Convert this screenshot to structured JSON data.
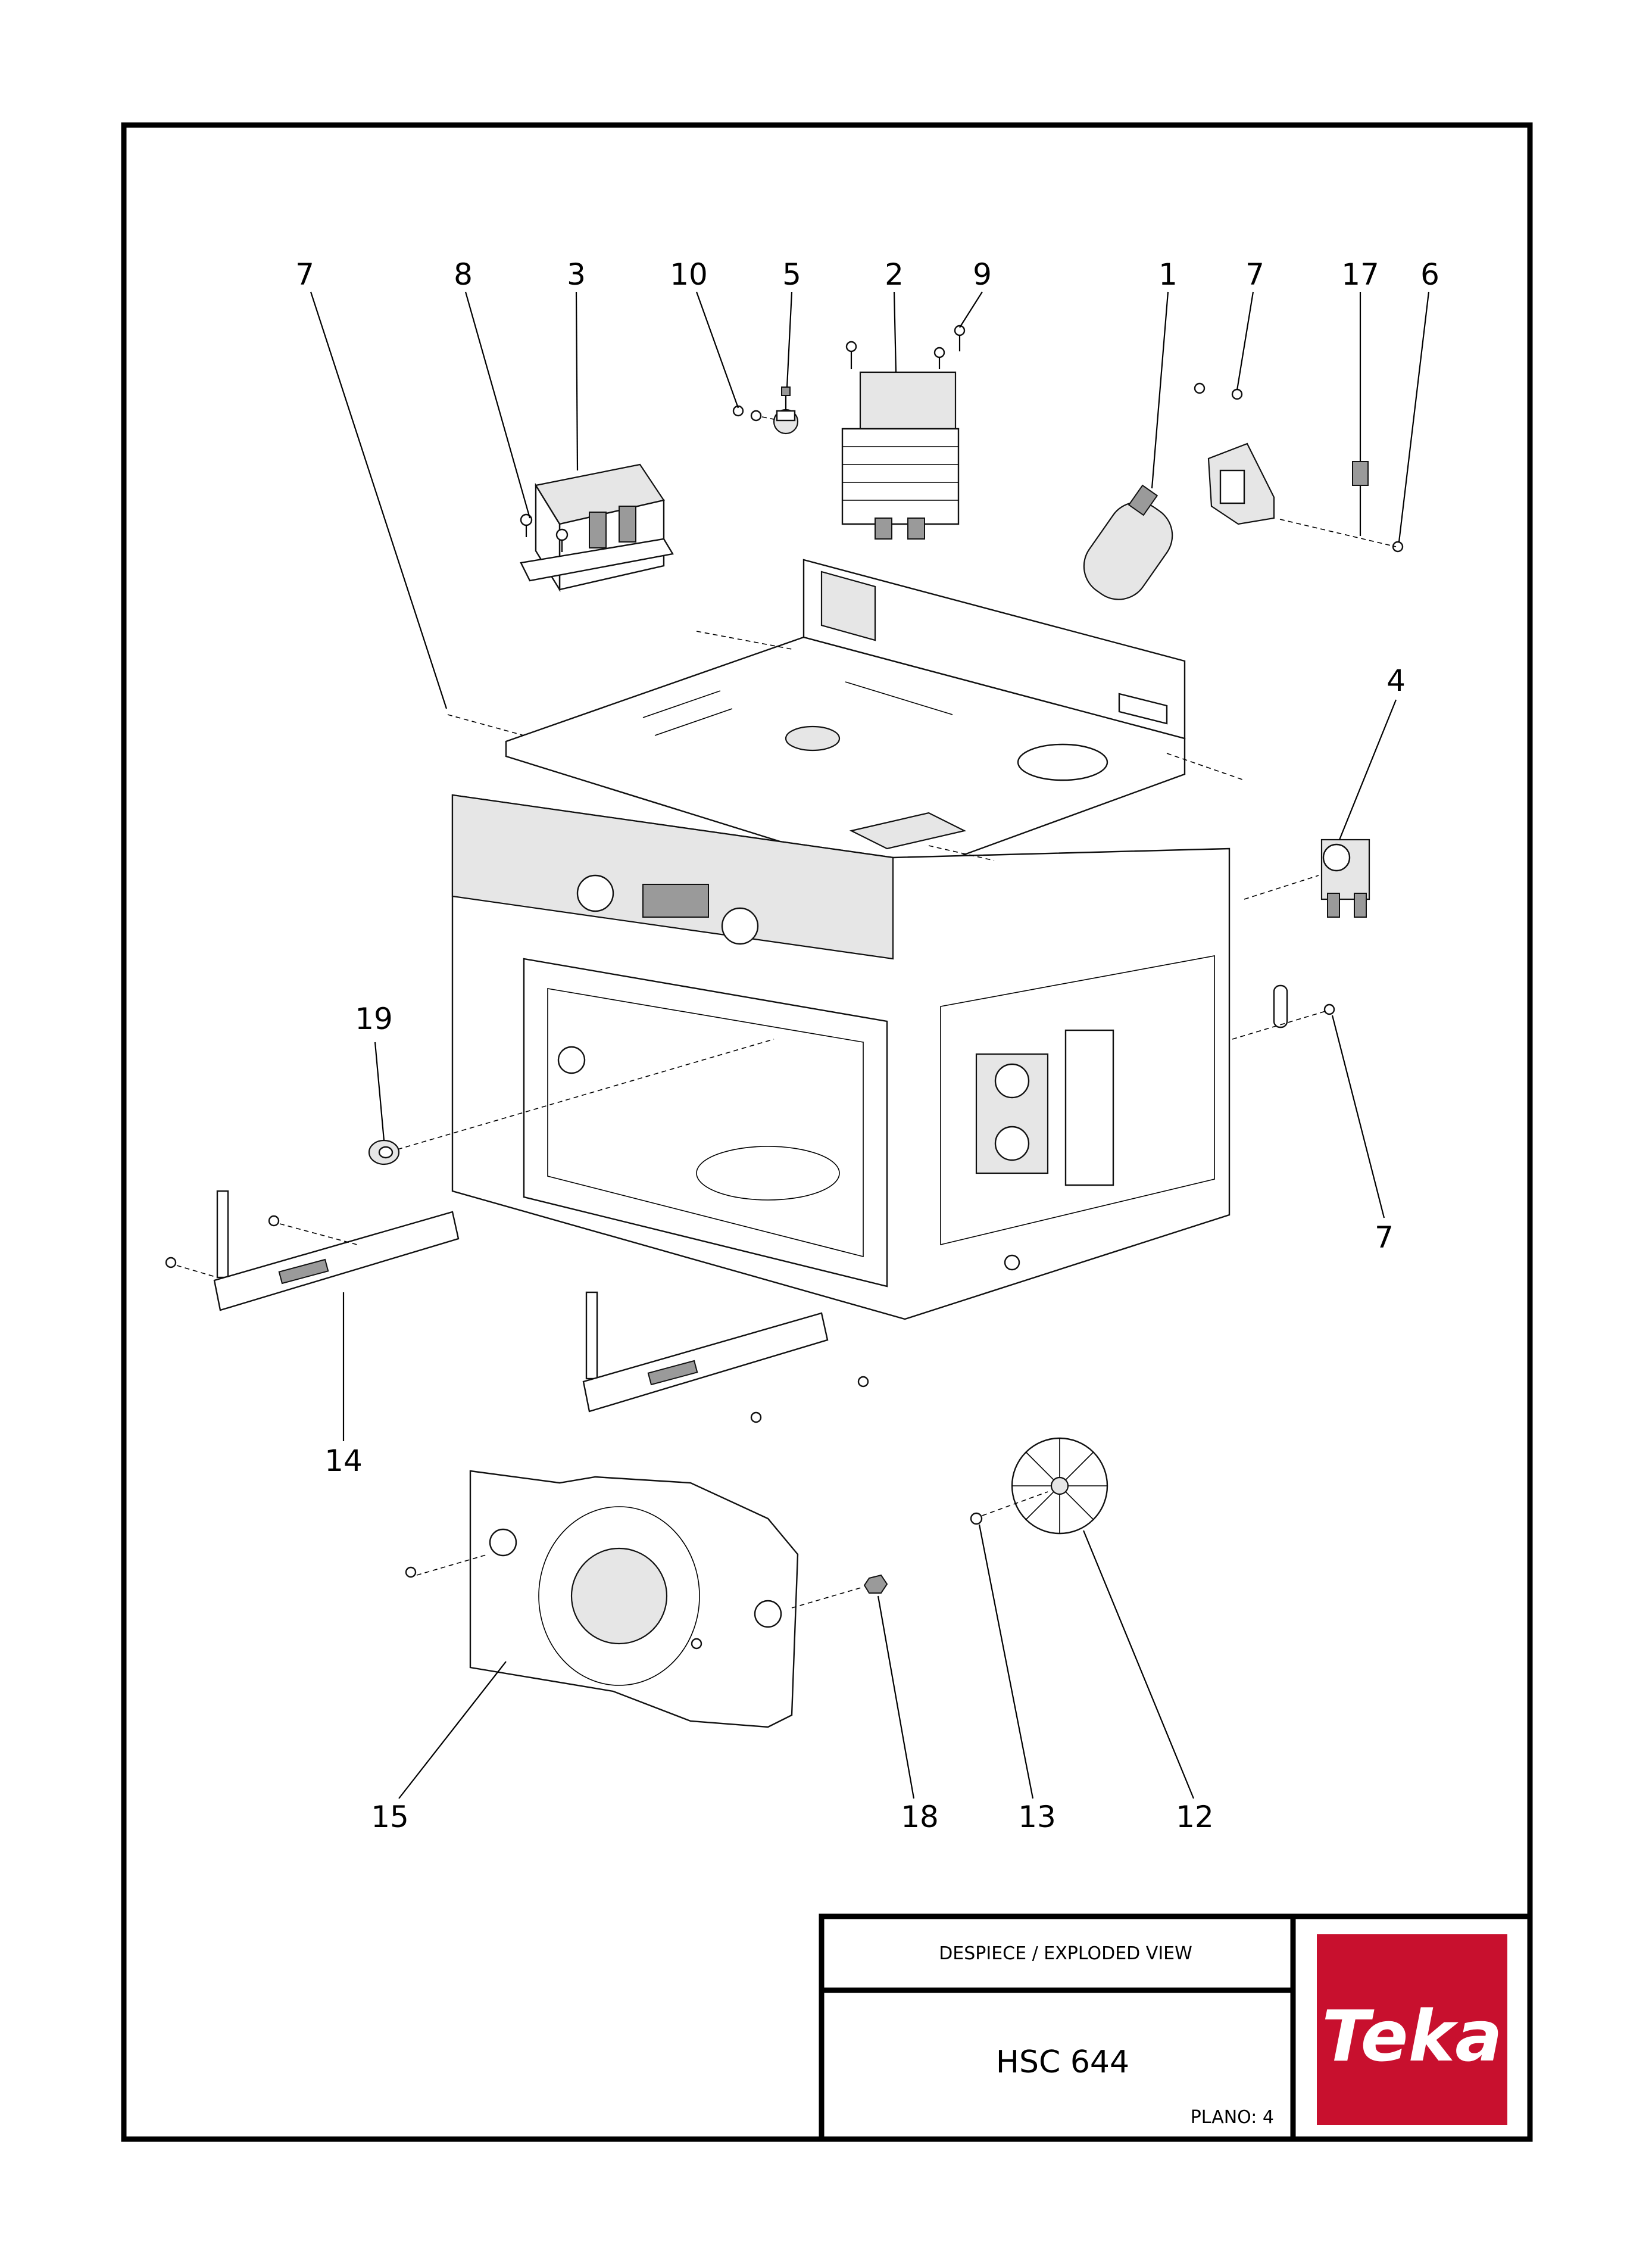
{
  "sheet": {
    "header_label": "DESPIECE / EXPLODED VIEW",
    "model": "HSC 644",
    "plan": "PLANO: 4"
  },
  "logo": {
    "text": "Teka",
    "color": "#c8102e"
  },
  "callouts": {
    "top": [
      "7",
      "8",
      "3",
      "10",
      "5",
      "2",
      "9",
      "1",
      "7",
      "17",
      "6"
    ],
    "right": [
      "4",
      "7"
    ],
    "left": [
      "19",
      "14"
    ],
    "bottom": [
      "15",
      "18",
      "13",
      "12"
    ]
  }
}
